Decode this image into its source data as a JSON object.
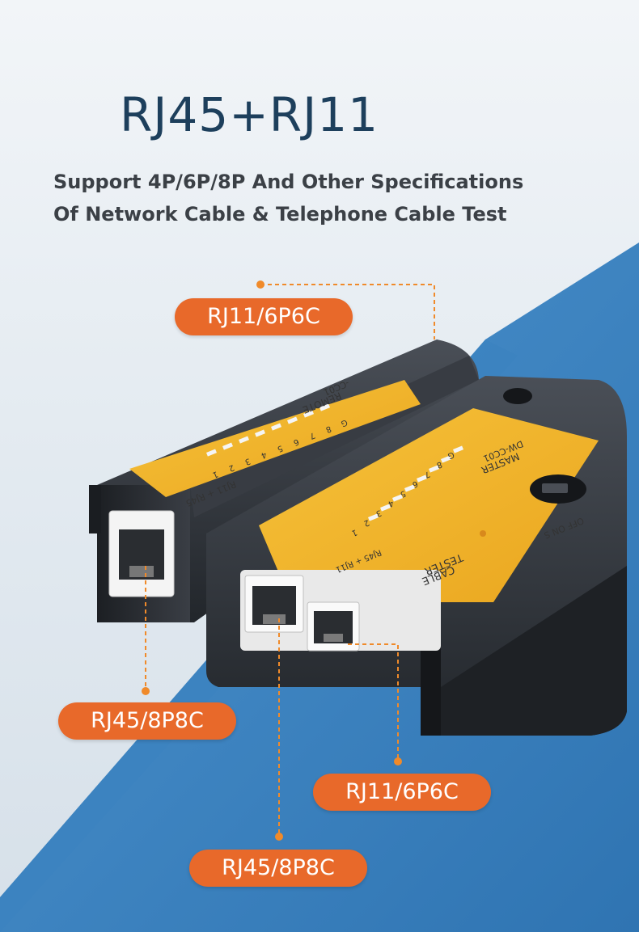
{
  "header": {
    "title": "RJ45+RJ11",
    "subtitle_line1": "Support 4P/6P/8P And Other Specifications",
    "subtitle_line2": "Of Network Cable & Telephone Cable Test"
  },
  "callouts": {
    "remote_top": "RJ11/6P6C",
    "remote_bottom": "RJ45/8P8C",
    "master_rj45": "RJ45/8P8C",
    "master_rj11": "RJ11/6P6C"
  },
  "remote_unit": {
    "model": "REMOTE",
    "model_code": "-CC01",
    "ports_label": "RJ11 + RJ45",
    "led_labels": [
      "1",
      "2",
      "3",
      "4",
      "5",
      "6",
      "7",
      "8",
      "G"
    ]
  },
  "master_unit": {
    "model": "MASTER",
    "model_code": "DW-CC01",
    "product_line1": "CABLE",
    "product_line2": "TESTER",
    "ports_label": "RJ45 + RJ11",
    "switch_label": "OFF ON S",
    "led_labels": [
      "1",
      "2",
      "3",
      "4",
      "5",
      "6",
      "7",
      "8",
      "G"
    ]
  },
  "colors": {
    "callout_bg": "#e8692a",
    "leader_line": "#f08a2a",
    "panel_yellow": "#f3b62b",
    "body_dark": "#2e3238",
    "bg_blue": "#3f86c4"
  }
}
